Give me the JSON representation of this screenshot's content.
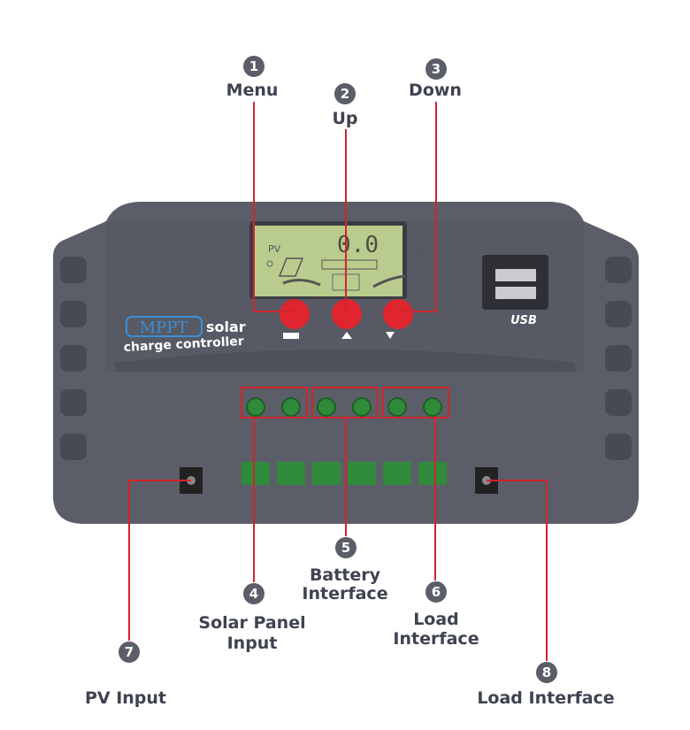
{
  "callouts": [
    {
      "number": "1",
      "label": "Menu"
    },
    {
      "number": "2",
      "label": "Up"
    },
    {
      "number": "3",
      "label": "Down"
    },
    {
      "number": "4",
      "label_line1": "Solar Panel",
      "label_line2": "Input"
    },
    {
      "number": "5",
      "label_line1": "Battery",
      "label_line2": "Interface"
    },
    {
      "number": "6",
      "label_line1": "Load",
      "label_line2": "Interface"
    },
    {
      "number": "7",
      "label": "PV Input"
    },
    {
      "number": "8",
      "label": "Load Interface"
    }
  ],
  "device": {
    "brand_badge": "MPPT",
    "brand_word": "solar",
    "subtitle": "charge controller",
    "usb_label": "USB",
    "lcd": {
      "pv_label": "PV",
      "value": "0.0",
      "unit": "Ah"
    }
  },
  "colors": {
    "body": "#5b5e68",
    "lcd": "#b9cc8e",
    "accent": "#d3242c",
    "terminal": "#2f8a3a"
  }
}
